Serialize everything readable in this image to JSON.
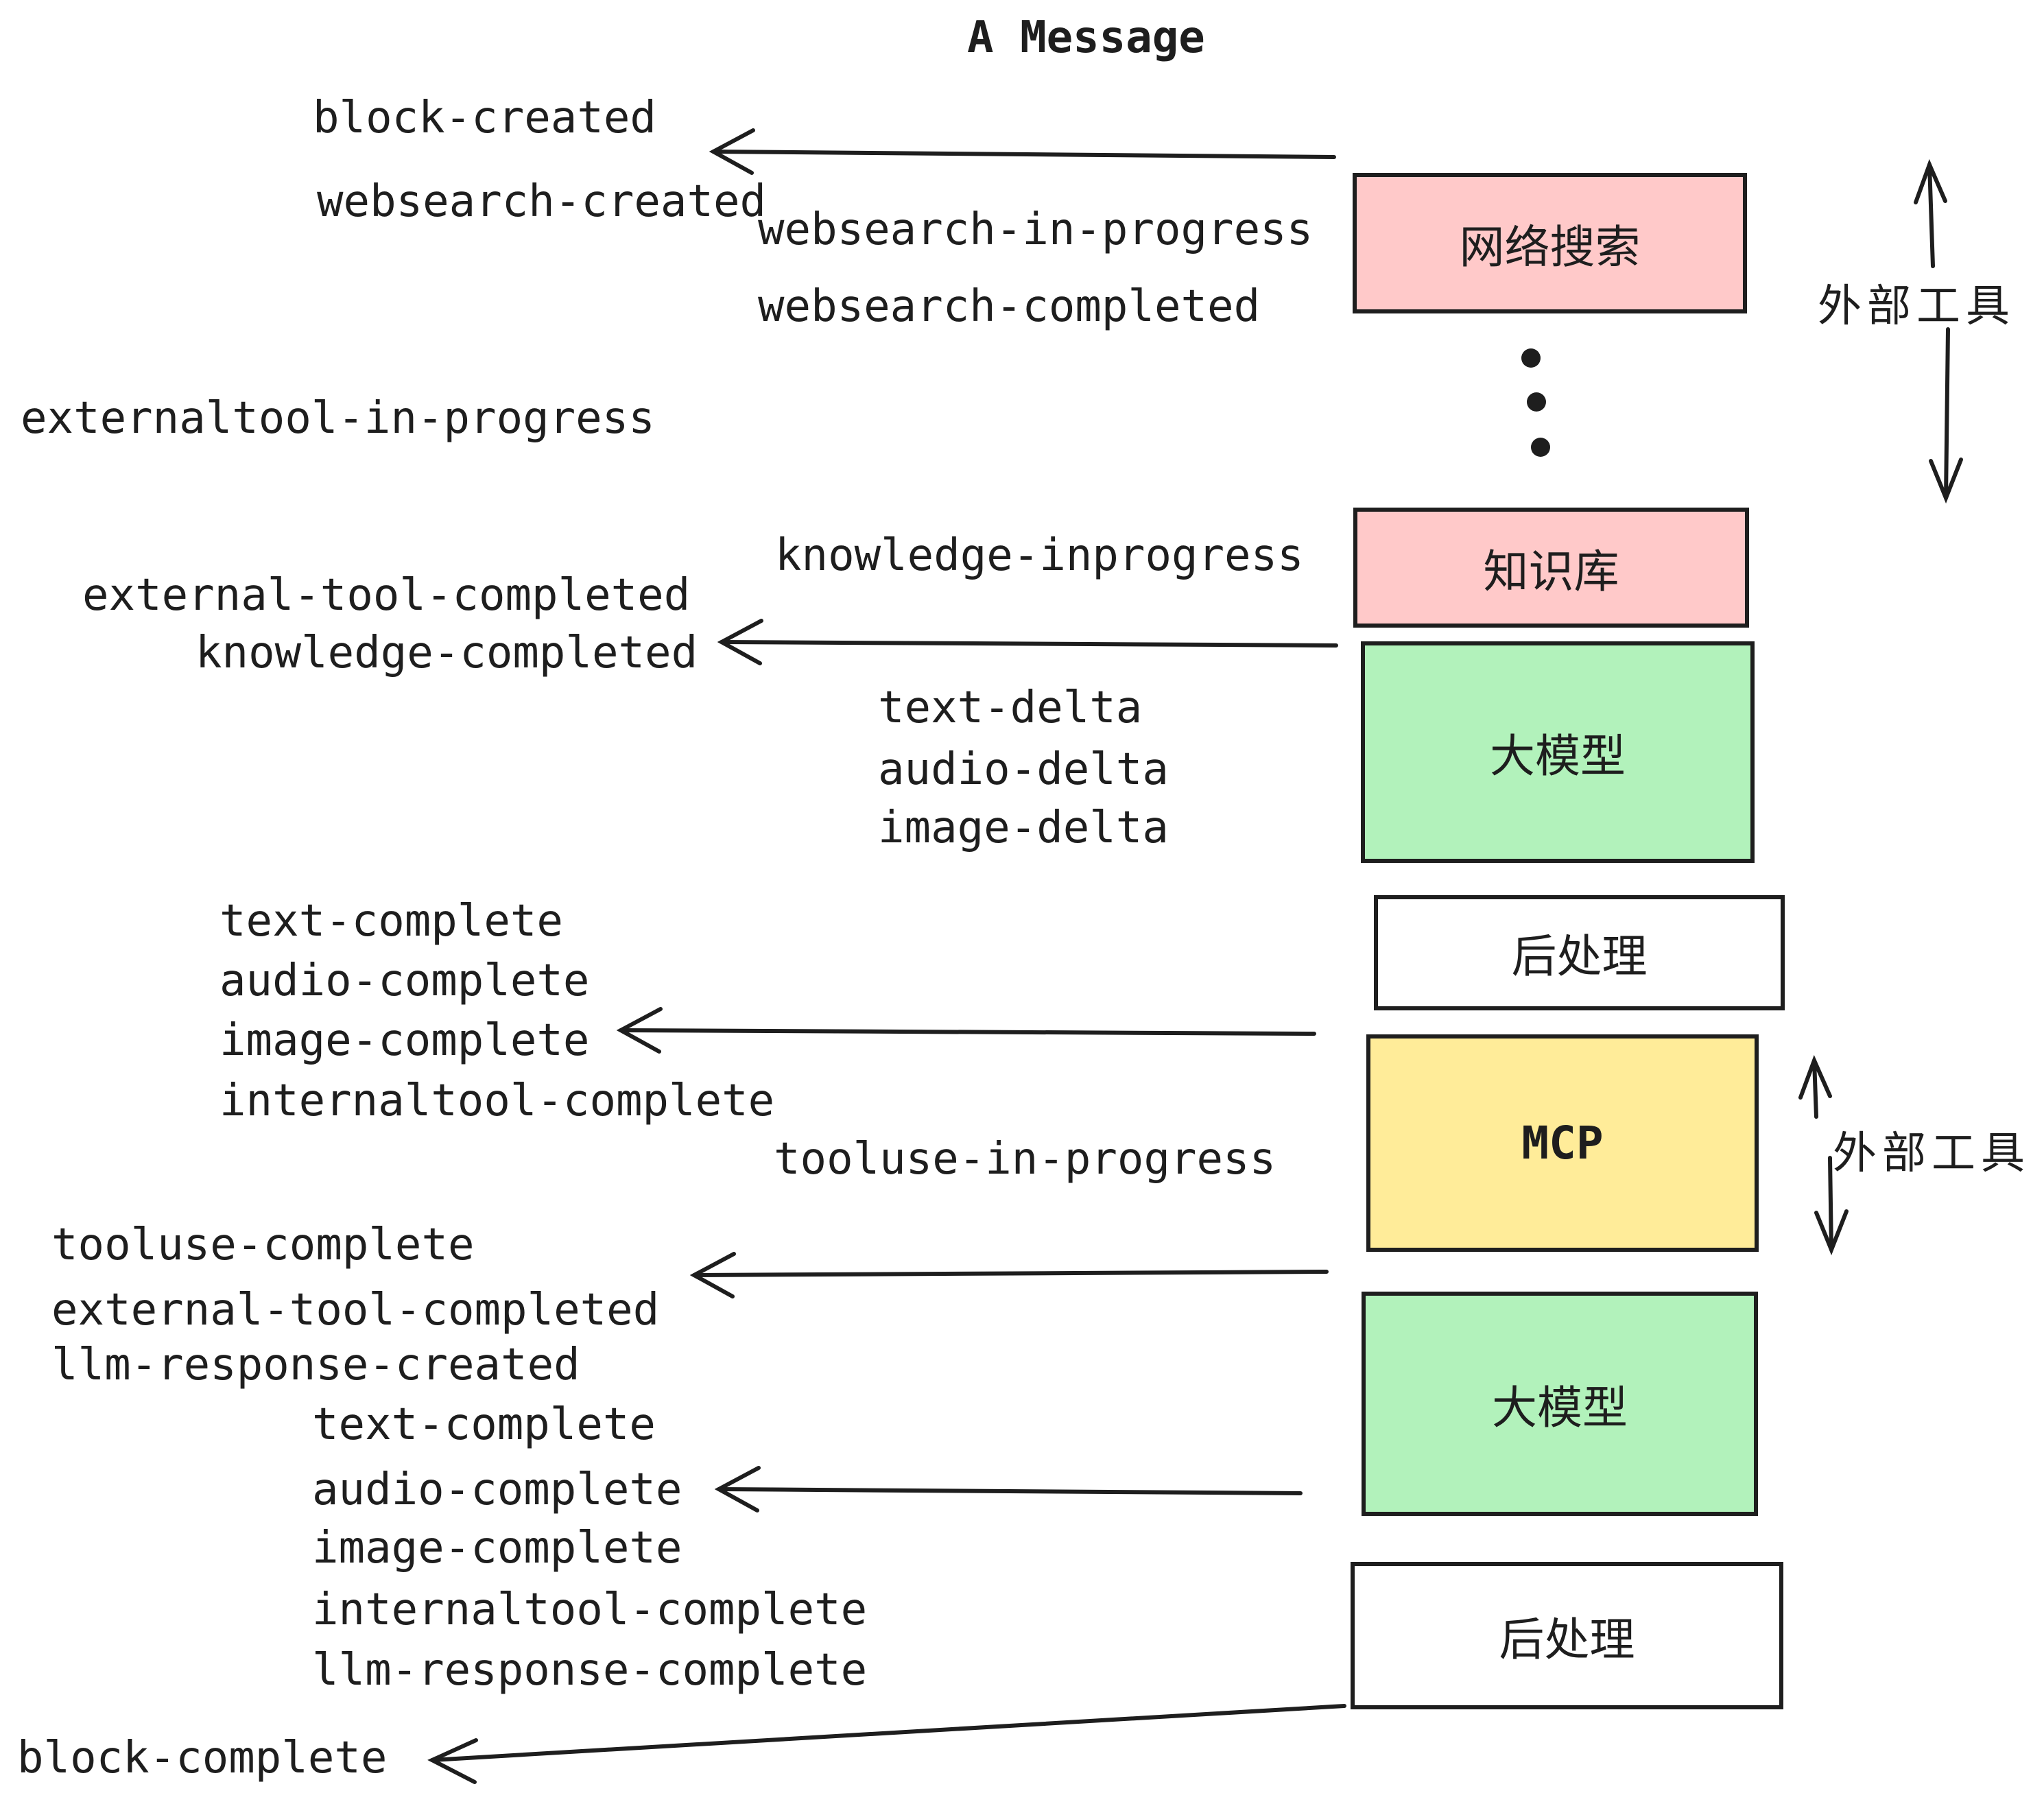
{
  "title": "A Message",
  "colors": {
    "pink": "#ffc9c9",
    "green": "#b2f2bb",
    "yellow": "#ffec99",
    "white": "#ffffff",
    "ink": "#1e1e1e"
  },
  "boxes": {
    "websearch": {
      "label": "网络搜索",
      "color": "#ffc9c9"
    },
    "knowledge": {
      "label": "知识库",
      "color": "#ffc9c9"
    },
    "llm1": {
      "label": "大模型",
      "color": "#b2f2bb"
    },
    "post1": {
      "label": "后处理",
      "color": "#ffffff"
    },
    "mcp": {
      "label": "MCP",
      "color": "#ffec99"
    },
    "llm2": {
      "label": "大模型",
      "color": "#b2f2bb"
    },
    "post2": {
      "label": "后处理",
      "color": "#ffffff"
    }
  },
  "side_labels": {
    "top": "外部工具",
    "bottom": "外部工具"
  },
  "events": {
    "block_created": "block-created",
    "websearch_created": "websearch-created",
    "websearch_in_progress": "websearch-in-progress",
    "websearch_completed": "websearch-completed",
    "externaltool_in_progress": "externaltool-in-progress",
    "knowledge_inprogress": "knowledge-inprogress",
    "external_tool_completed_1": "external-tool-completed",
    "knowledge_completed": "knowledge-completed",
    "text_delta_1": "text-delta",
    "audio_delta_1": "audio-delta",
    "image_delta_1": "image-delta",
    "text_complete_1": "text-complete",
    "audio_complete_1": "audio-complete",
    "image_complete_1": "image-complete",
    "internaltool_complete_1": "internaltool-complete",
    "tooluse_in_progress": "tooluse-in-progress",
    "tooluse_complete": "tooluse-complete",
    "external_tool_completed_2": "external-tool-completed",
    "llm_response_created": "llm-response-created",
    "text_complete_2": "text-complete",
    "audio_complete_2": "audio-complete",
    "image_complete_2": "image-complete",
    "internaltool_complete_2": "internaltool-complete",
    "llm_response_complete": "llm-response-complete",
    "block_complete": "block-complete"
  }
}
